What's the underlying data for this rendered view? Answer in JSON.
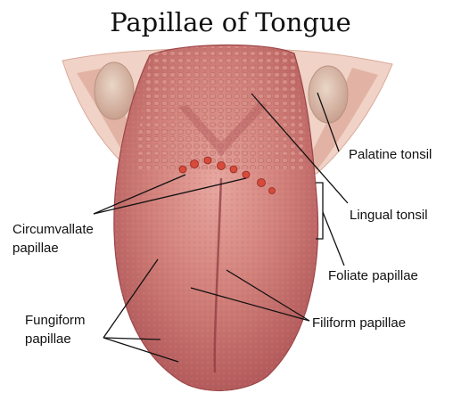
{
  "title": "Papillae of Tongue",
  "labels": {
    "palatine_tonsil": "Palatine tonsil",
    "lingual_tonsil": "Lingual tonsil",
    "circumvallate_line1": "Circumvallate",
    "circumvallate_line2": "papillae",
    "foliate_papillae": "Foliate papillae",
    "fungiform_line1": "Fungiform",
    "fungiform_line2": "papillae",
    "filiform_papillae": "Filiform papillae"
  },
  "colors": {
    "tongue_base": "#c96b6a",
    "tongue_light": "#e4a09a",
    "tongue_dark": "#a9484b",
    "tonsil": "#d9b9a6",
    "throat": "#f1d3c7",
    "leader": "#111111"
  }
}
